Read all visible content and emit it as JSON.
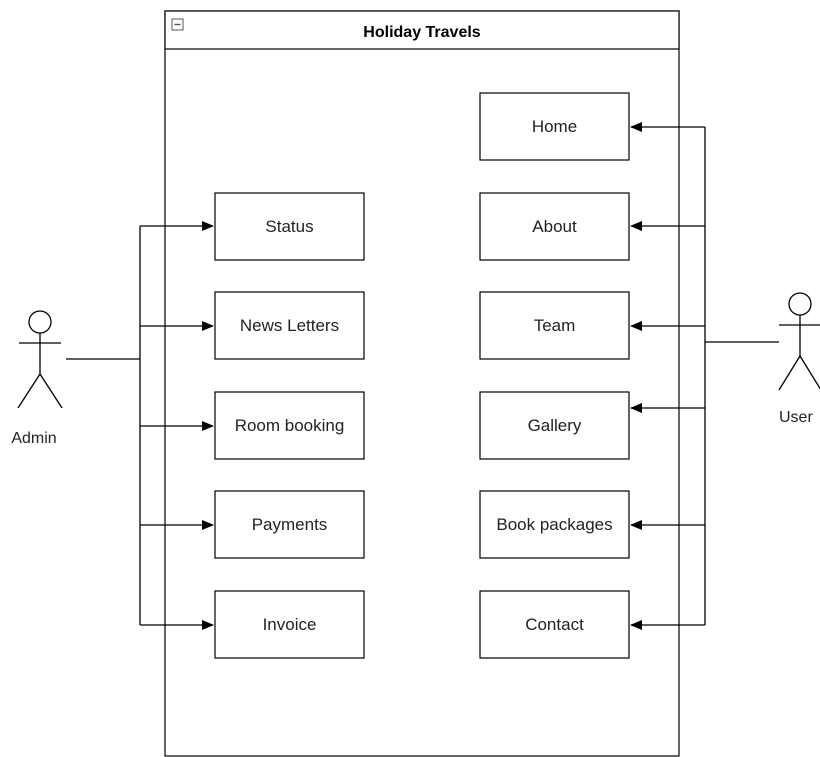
{
  "system": {
    "title": "Holiday Travels"
  },
  "actors": {
    "admin": "Admin",
    "user": "User"
  },
  "admin_use_cases": [
    "Status",
    "News Letters",
    "Room booking",
    "Payments",
    "Invoice"
  ],
  "user_use_cases": [
    "Home",
    "About",
    "Team",
    "Gallery",
    "Book packages",
    "Contact"
  ],
  "colors": {
    "line": "#000000",
    "background": "#ffffff",
    "text": "#222222"
  },
  "icons": {
    "collapse": "minus-square-icon"
  }
}
